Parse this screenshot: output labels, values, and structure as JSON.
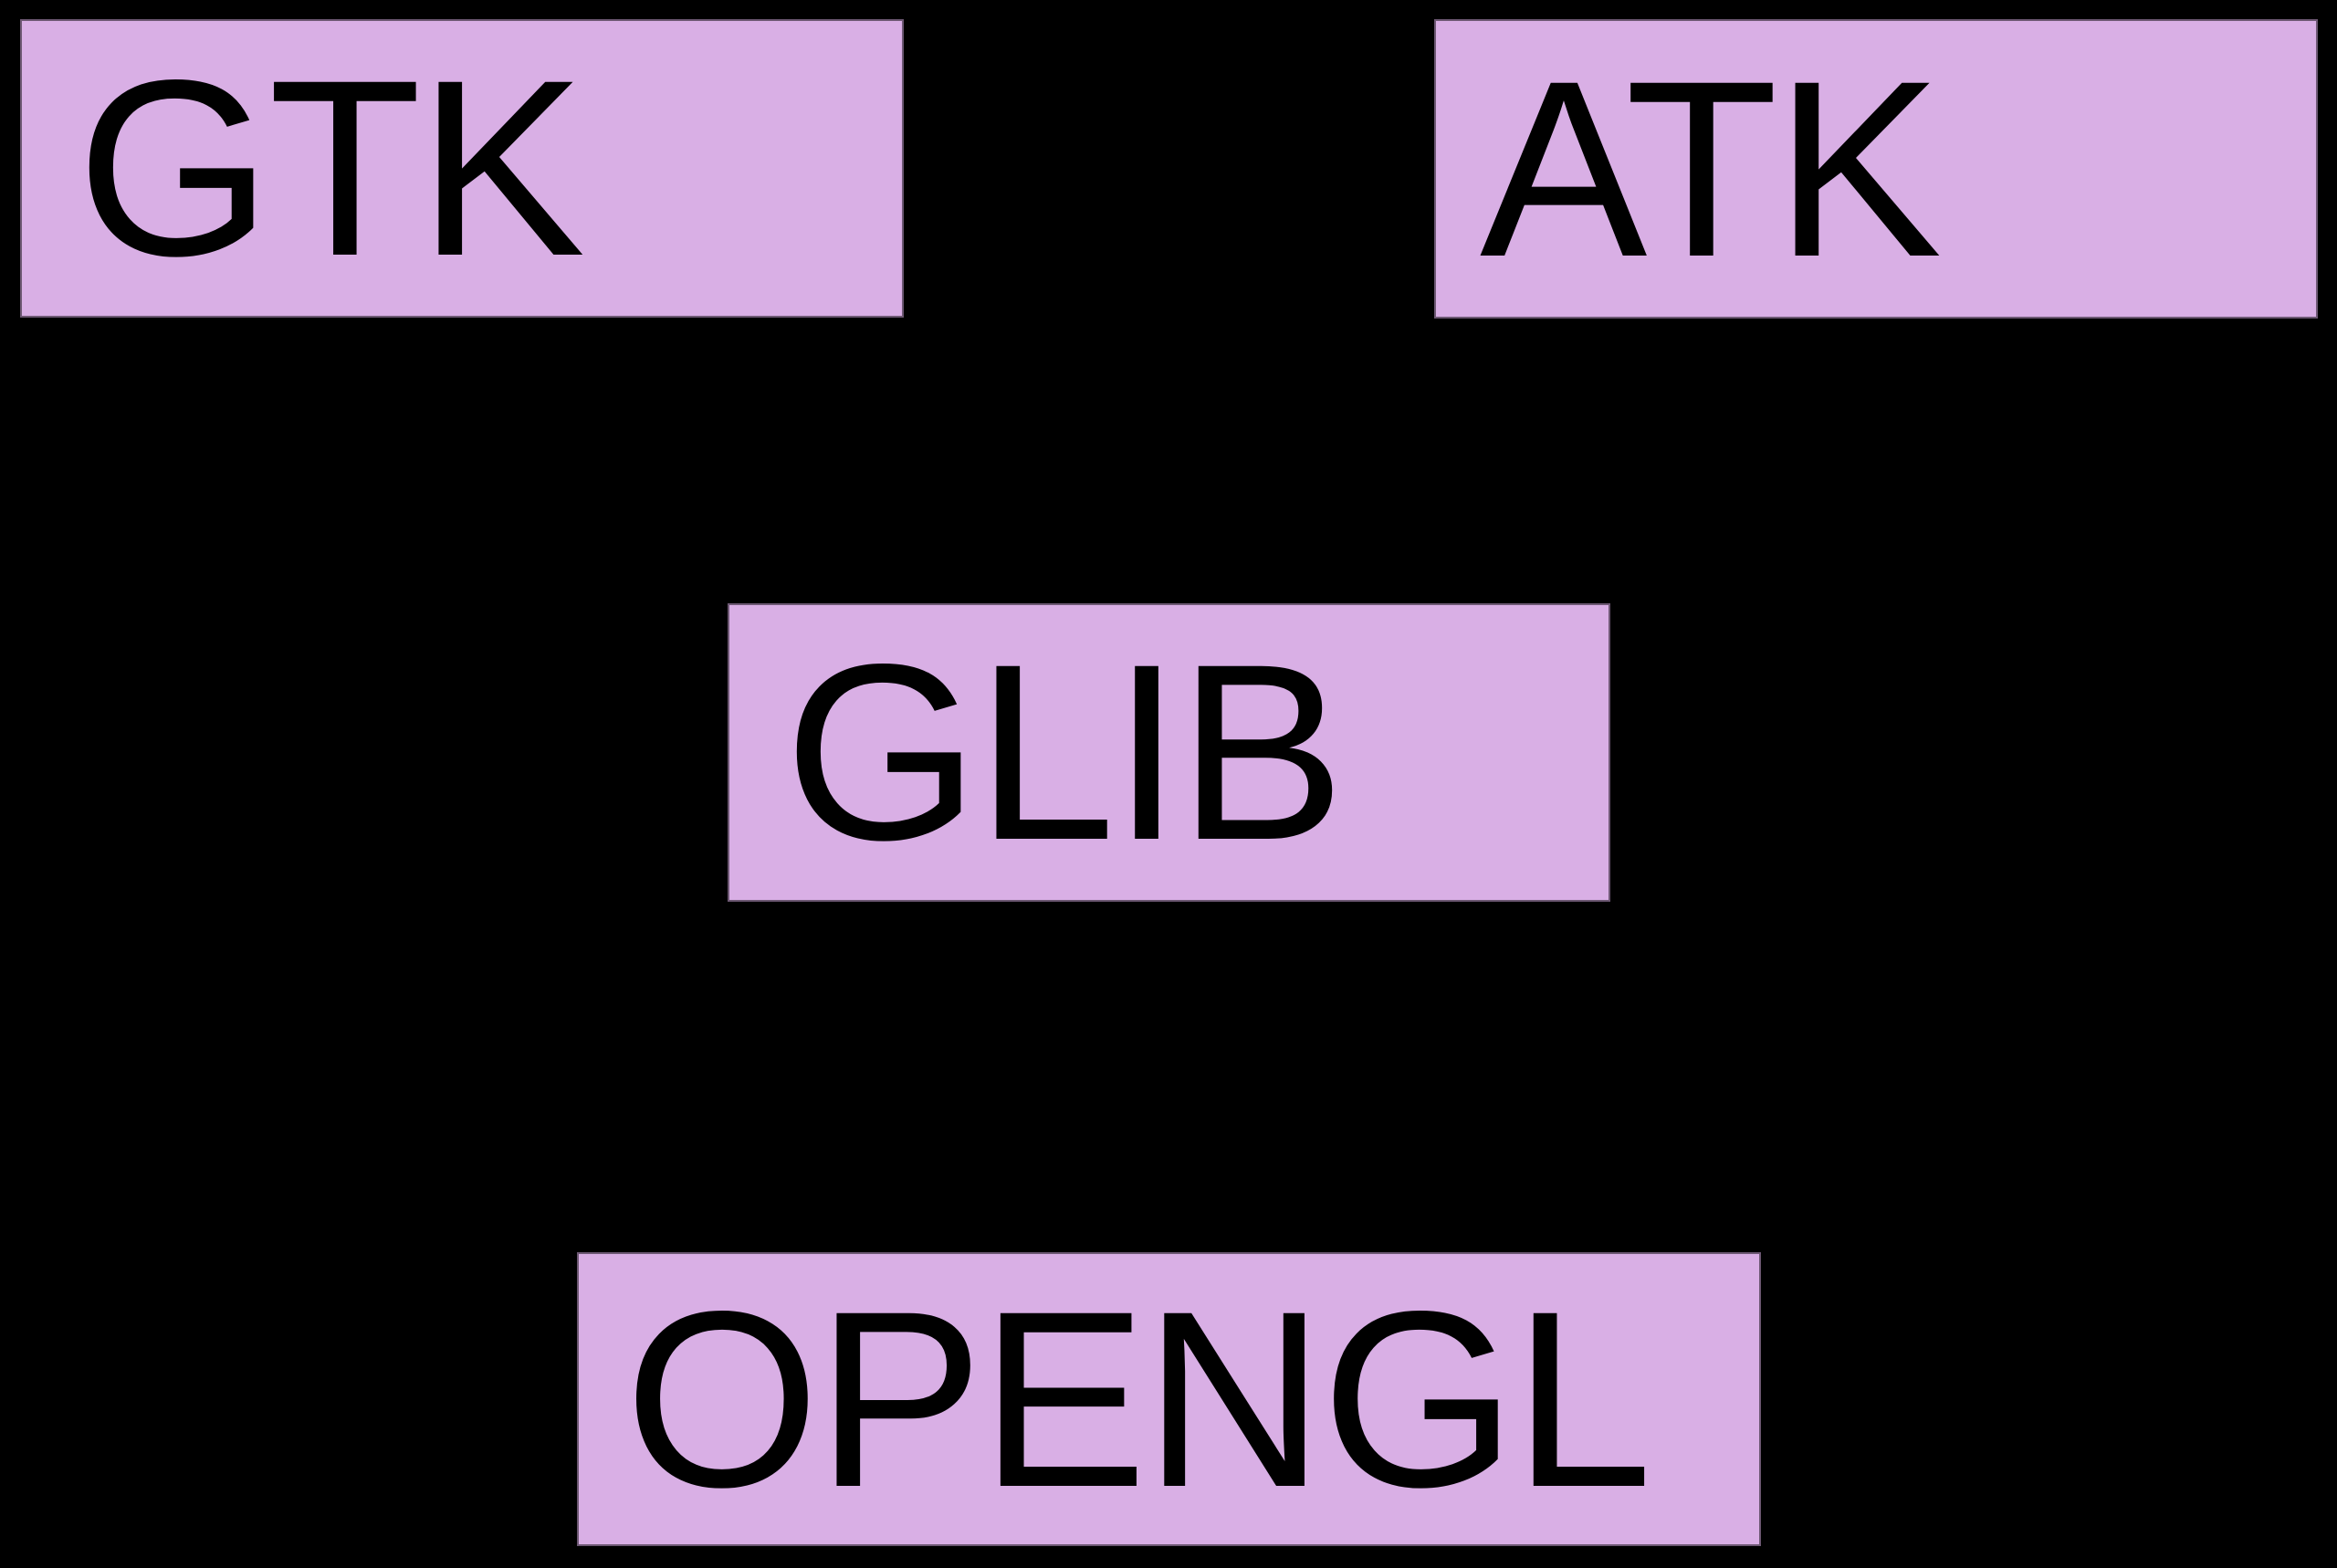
{
  "diagram": {
    "background_color": "#000000",
    "node_fill_color": "#D9AFE5",
    "node_text_color": "#000000",
    "nodes": [
      {
        "id": "gtk",
        "label": "GTK"
      },
      {
        "id": "atk",
        "label": "ATK"
      },
      {
        "id": "glib",
        "label": "GLIB"
      },
      {
        "id": "opengl",
        "label": "OPENGL"
      }
    ]
  }
}
